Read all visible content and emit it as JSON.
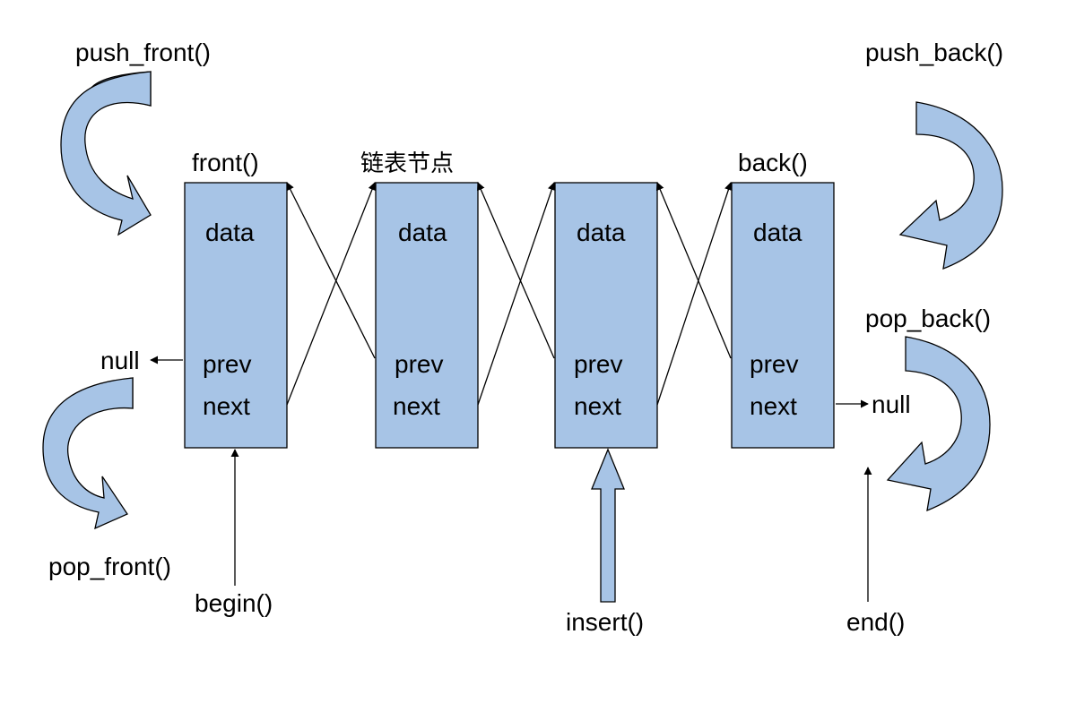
{
  "labels": {
    "push_front": "push_front()",
    "pop_front": "pop_front()",
    "push_back": "push_back()",
    "pop_back": "pop_back()",
    "front": "front()",
    "back": "back()",
    "node_title": "链表节点",
    "begin": "begin()",
    "insert": "insert()",
    "end": "end()",
    "null_left": "null",
    "null_right": "null"
  },
  "nodes": [
    {
      "data": "data",
      "prev": "prev",
      "next": "next"
    },
    {
      "data": "data",
      "prev": "prev",
      "next": "next"
    },
    {
      "data": "data",
      "prev": "prev",
      "next": "next"
    },
    {
      "data": "data",
      "prev": "prev",
      "next": "next"
    }
  ],
  "colors": {
    "node_fill": "#a7c4e6",
    "arrow_fill": "#a7c4e6",
    "arrow_shade": "#6f8ba8",
    "line": "#000000"
  }
}
